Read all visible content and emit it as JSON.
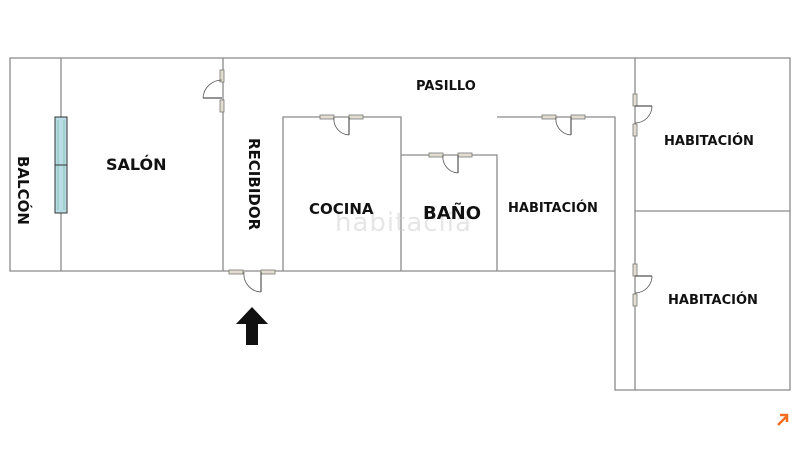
{
  "rooms": {
    "balcon": "BALCÓN",
    "salon": "SALÓN",
    "recibidor": "RECIBIDOR",
    "pasillo": "PASILLO",
    "cocina": "COCINA",
    "bano": "BAÑO",
    "habitacion_1": "HABITACIÓN",
    "habitacion_2": "HABITACIÓN",
    "habitacion_3": "HABITACIÓN"
  },
  "watermark": "habitaclia",
  "colors": {
    "wall": "#8a8a8a",
    "window": "#b9dde6",
    "brand": "#f26c22"
  },
  "icons": {
    "entrance": "arrow-up-icon",
    "brand": "arrow-up-right-icon"
  }
}
